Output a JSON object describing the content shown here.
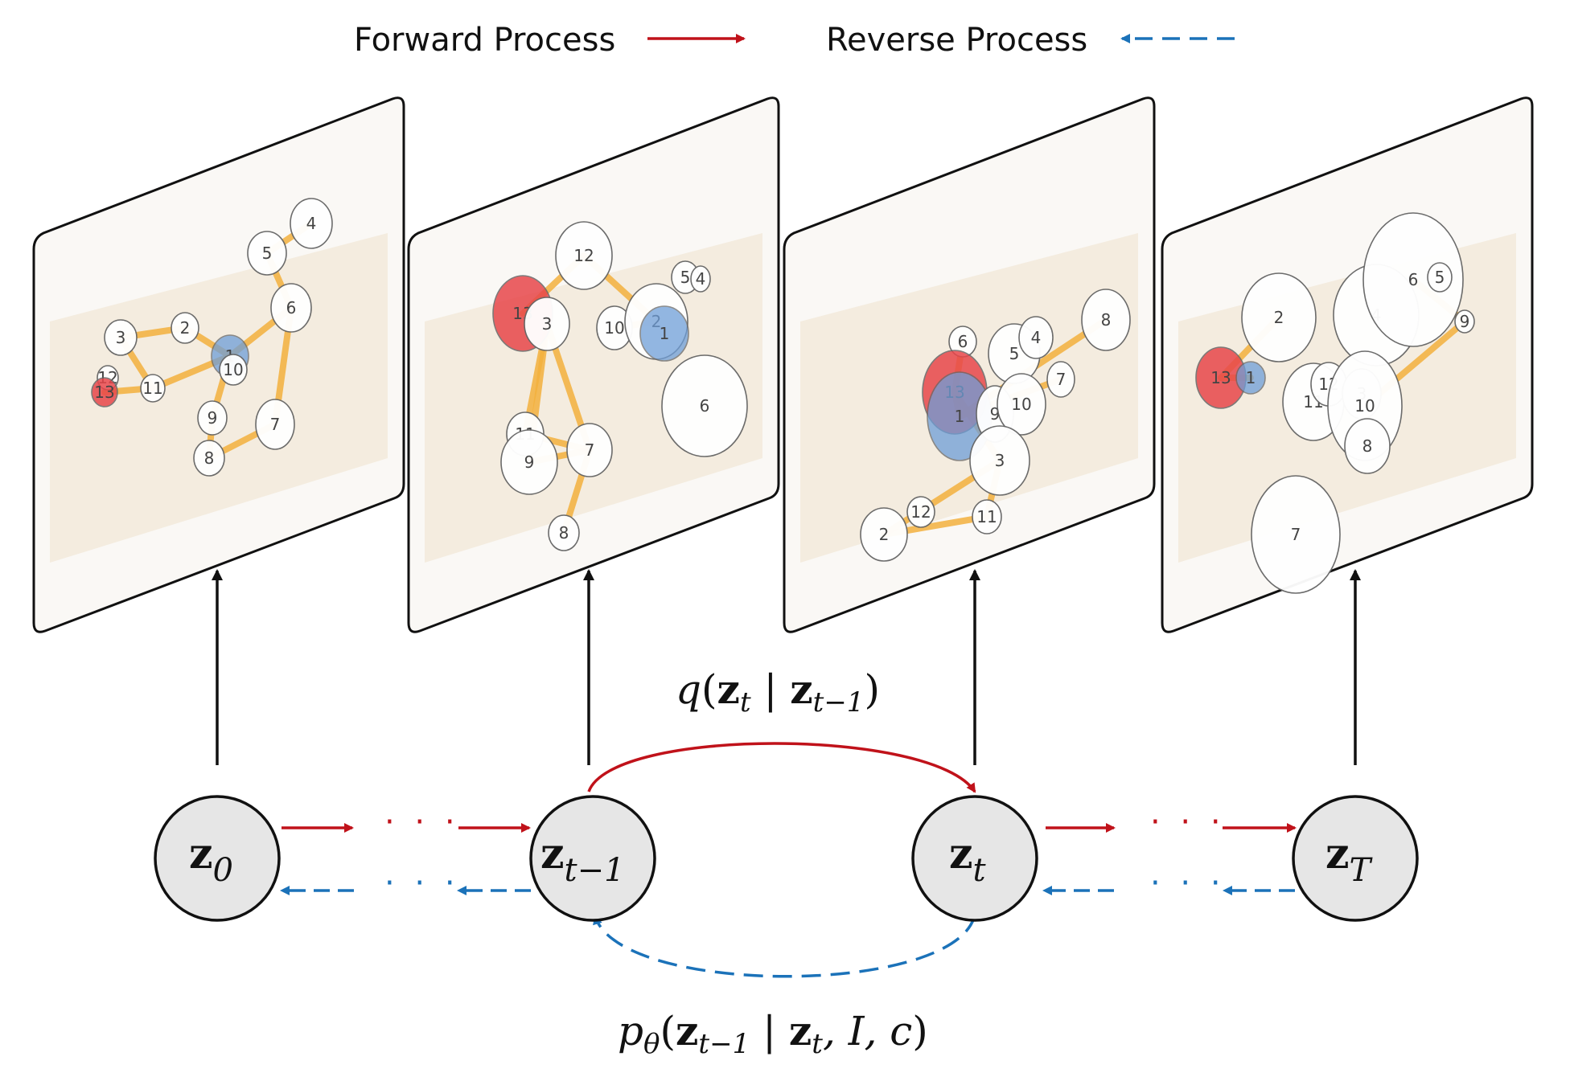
{
  "legend": {
    "forward_label": "Forward Process",
    "reverse_label": "Reverse Process",
    "forward_color": "#c0121a",
    "reverse_color": "#1b72b9"
  },
  "nodes": [
    {
      "main": "z",
      "sub": "0"
    },
    {
      "main": "z",
      "sub": "t−1"
    },
    {
      "main": "z",
      "sub": "t"
    },
    {
      "main": "z",
      "sub": "T"
    }
  ],
  "ellipsis": "· · ·",
  "equations": {
    "forward": {
      "f": "q",
      "open": "(",
      "a": "z",
      "a_sub": "t",
      "bar": " | ",
      "b": "z",
      "b_sub": "t−1",
      "close": ")"
    },
    "reverse": {
      "f": "p",
      "f_sub": "θ",
      "open": "(",
      "a": "z",
      "a_sub": "t−1",
      "bar": " | ",
      "b": "z",
      "b_sub": "t",
      "rest": ", I, c",
      "close": ")"
    }
  },
  "panels": [
    {
      "bubbles": [
        {
          "label": "3",
          "color": "white"
        },
        {
          "label": "2",
          "color": "white"
        },
        {
          "label": "5",
          "color": "white"
        },
        {
          "label": "4",
          "color": "white"
        },
        {
          "label": "6",
          "color": "white"
        },
        {
          "label": "1",
          "color": "blue"
        },
        {
          "label": "10",
          "color": "white"
        },
        {
          "label": "12",
          "color": "white"
        },
        {
          "label": "13",
          "color": "red"
        },
        {
          "label": "11",
          "color": "white"
        },
        {
          "label": "9",
          "color": "white"
        },
        {
          "label": "8",
          "color": "white"
        },
        {
          "label": "7",
          "color": "white"
        }
      ]
    },
    {
      "bubbles": [
        {
          "label": "12",
          "color": "white"
        },
        {
          "label": "13",
          "color": "red"
        },
        {
          "label": "3",
          "color": "white"
        },
        {
          "label": "10",
          "color": "white"
        },
        {
          "label": "2",
          "color": "white"
        },
        {
          "label": "1",
          "color": "blue"
        },
        {
          "label": "5",
          "color": "white"
        },
        {
          "label": "4",
          "color": "white"
        },
        {
          "label": "6",
          "color": "white"
        },
        {
          "label": "11",
          "color": "white"
        },
        {
          "label": "9",
          "color": "white"
        },
        {
          "label": "7",
          "color": "white"
        },
        {
          "label": "8",
          "color": "white"
        }
      ]
    },
    {
      "bubbles": [
        {
          "label": "6",
          "color": "white"
        },
        {
          "label": "5",
          "color": "white"
        },
        {
          "label": "4",
          "color": "white"
        },
        {
          "label": "8",
          "color": "white"
        },
        {
          "label": "13",
          "color": "red"
        },
        {
          "label": "1",
          "color": "blue"
        },
        {
          "label": "9",
          "color": "white"
        },
        {
          "label": "10",
          "color": "white"
        },
        {
          "label": "7",
          "color": "white"
        },
        {
          "label": "3",
          "color": "white"
        },
        {
          "label": "2",
          "color": "white"
        },
        {
          "label": "12",
          "color": "white"
        },
        {
          "label": "11",
          "color": "white"
        }
      ]
    },
    {
      "bubbles": [
        {
          "label": "2",
          "color": "white"
        },
        {
          "label": "4",
          "color": "white"
        },
        {
          "label": "6",
          "color": "white"
        },
        {
          "label": "5",
          "color": "white"
        },
        {
          "label": "9",
          "color": "white"
        },
        {
          "label": "13",
          "color": "red"
        },
        {
          "label": "1",
          "color": "blue"
        },
        {
          "label": "11",
          "color": "white"
        },
        {
          "label": "12",
          "color": "white"
        },
        {
          "label": "3",
          "color": "white"
        },
        {
          "label": "10",
          "color": "white"
        },
        {
          "label": "8",
          "color": "white"
        },
        {
          "label": "7",
          "color": "white"
        }
      ]
    }
  ]
}
